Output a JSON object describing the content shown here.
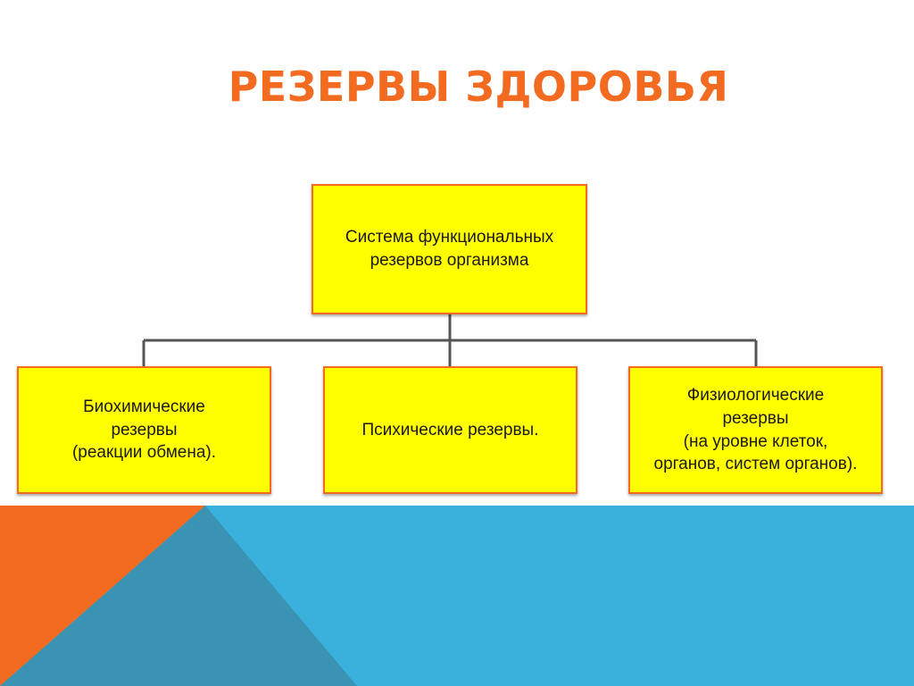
{
  "slide": {
    "title": "РЕЗЕРВЫ ЗДОРОВЬЯ"
  },
  "diagram": {
    "root": "Система функциональных\nрезервов организма",
    "children": [
      "Биохимические\nрезервы\n(реакции обмена).",
      "Психические резервы.",
      "Физиологические\nрезервы\n(на уровне клеток,\nорганов, систем органов)."
    ]
  },
  "colors": {
    "accent": "#f26b21",
    "box_fill": "#ffff00",
    "connector": "#555555",
    "band_blue": "#3ab0dc",
    "band_dark_blue": "#3b93b4"
  }
}
